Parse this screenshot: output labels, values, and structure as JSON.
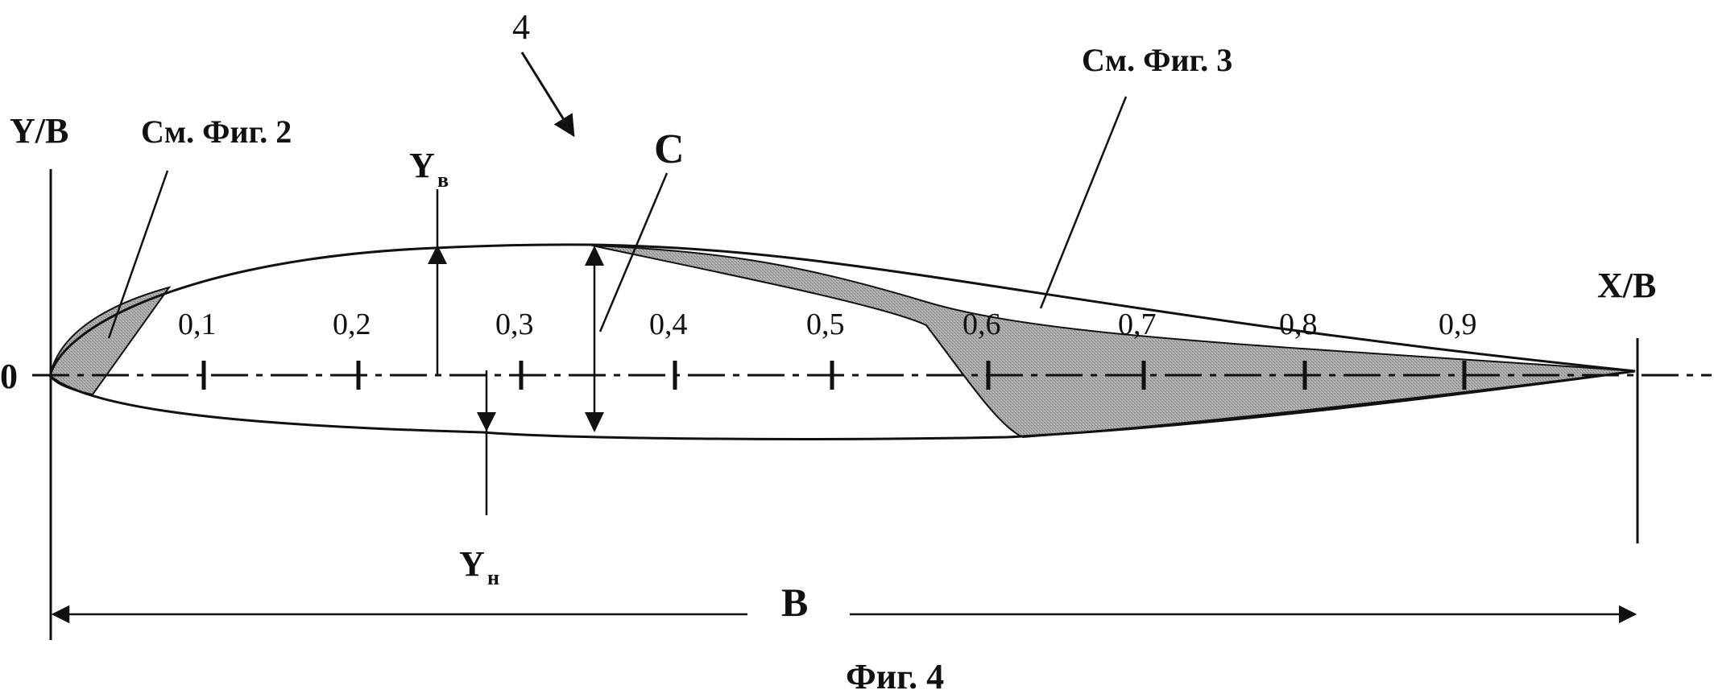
{
  "figure": {
    "caption": "Фиг. 4",
    "ref_number": "4",
    "axis_y_label": "Y/B",
    "axis_x_label": "X/B",
    "origin_label": "0",
    "upper_coord_label": "Y",
    "upper_coord_subscript": "в",
    "lower_coord_label": "Y",
    "lower_coord_subscript": "н",
    "thickness_label": "C",
    "chord_label": "B",
    "callout_leading_edge": "См. Фиг. 2",
    "callout_trailing_edge": "См. Фиг. 3",
    "ticks": [
      "0,1",
      "0,2",
      "0,3",
      "0,4",
      "0,5",
      "0,6",
      "0,7",
      "0,8",
      "0,9"
    ],
    "line_color": "#111111",
    "hatch_color": "#9a9a9a"
  }
}
